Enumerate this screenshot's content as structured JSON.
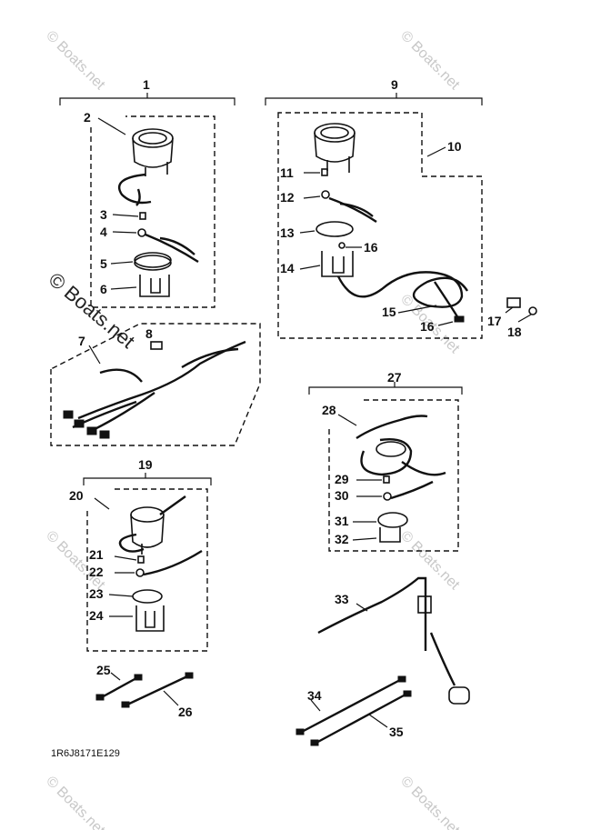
{
  "diagram_code": "1R6J8171E129",
  "watermark": "© Boats.net",
  "labels": [
    "1",
    "2",
    "3",
    "4",
    "5",
    "6",
    "7",
    "8",
    "9",
    "10",
    "11",
    "12",
    "13",
    "14",
    "15",
    "16",
    "16",
    "17",
    "18",
    "19",
    "20",
    "21",
    "22",
    "23",
    "24",
    "25",
    "26",
    "27",
    "28",
    "29",
    "30",
    "31",
    "32",
    "33",
    "34",
    "35"
  ]
}
